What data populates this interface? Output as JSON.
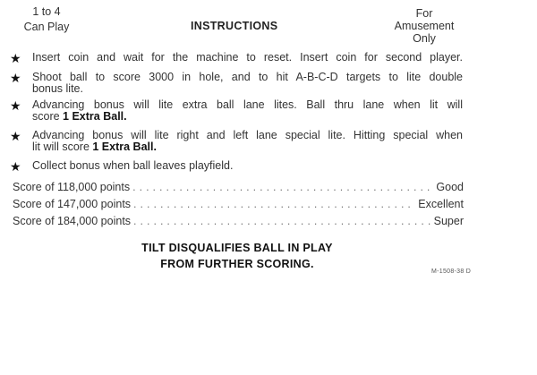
{
  "header": {
    "players_line1": "1 to 4",
    "players_line2": "Can Play",
    "title": "INSTRUCTIONS",
    "amusement_line1": "For",
    "amusement_line2": "Amusement",
    "amusement_line3": "Only"
  },
  "instructions": [
    {
      "lines": [
        "Insert coin and wait for the machine to reset. Insert coin for second player."
      ]
    },
    {
      "lines": [
        "Shoot ball to score 3000 in hole, and to hit A-B-C-D targets to lite double",
        "bonus lite."
      ]
    },
    {
      "lines": [
        "Advancing bonus will lite extra ball lane lites. Ball thru lane when lit will",
        "score "
      ],
      "bold": "1 Extra Ball."
    },
    {
      "lines": [
        "Advancing bonus will lite right and left lane special lite. Hitting special when",
        "lit will score "
      ],
      "bold": "1 Extra Ball."
    },
    {
      "lines": [
        "Collect bonus when ball leaves playfield."
      ]
    }
  ],
  "scores": [
    {
      "label": "Score of 118,000 points",
      "rating": "Good"
    },
    {
      "label": "Score of 147,000 points",
      "rating": "Excellent"
    },
    {
      "label": "Score of 184,000 points",
      "rating": "Super"
    }
  ],
  "tilt": {
    "line1": "TILT DISQUALIFIES BALL IN PLAY",
    "line2": "FROM FURTHER SCORING."
  },
  "card_code": "M-1508-38 D",
  "icons": {
    "bullet": "star-icon"
  }
}
